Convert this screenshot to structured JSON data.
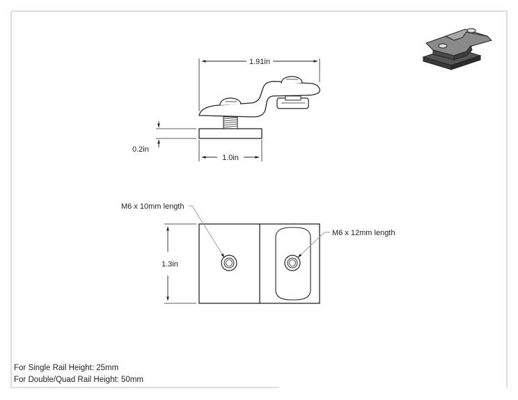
{
  "drawing": {
    "dimensions": {
      "overall_width": "1.91in",
      "thickness": "0.2in",
      "base_width": "1.0in",
      "plate_height": "1.3in"
    },
    "callouts": {
      "bolt_left": "M6 x 10mm length",
      "bolt_right": "M6 x 12mm length"
    },
    "notes": [
      "For Single Rail Height: 25mm",
      "For Double/Quad Rail Height: 50mm"
    ]
  }
}
